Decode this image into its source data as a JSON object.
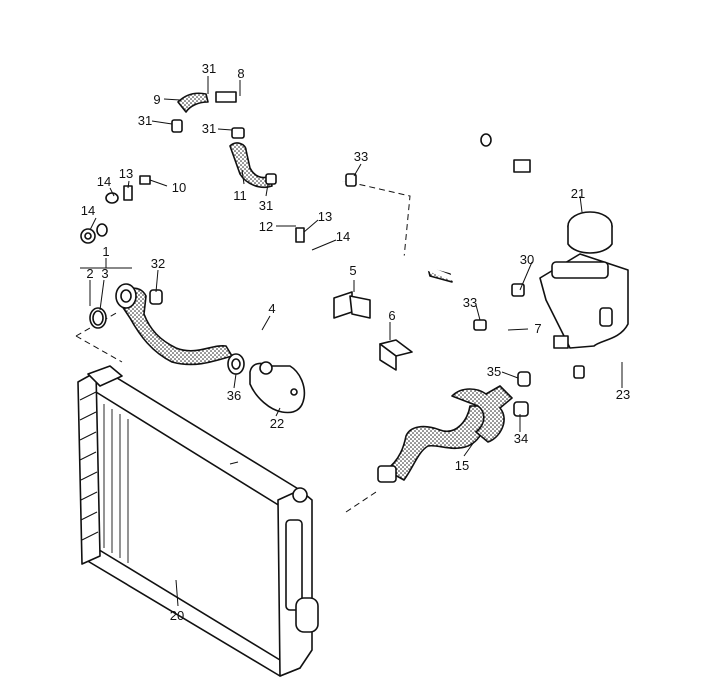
{
  "callouts": [
    {
      "id": "c1",
      "text": "1"
    },
    {
      "id": "c2",
      "text": "2"
    },
    {
      "id": "c3",
      "text": "3"
    },
    {
      "id": "c4",
      "text": "4"
    },
    {
      "id": "c5",
      "text": "5"
    },
    {
      "id": "c6",
      "text": "6"
    },
    {
      "id": "c7",
      "text": "7"
    },
    {
      "id": "c8",
      "text": "8"
    },
    {
      "id": "c9",
      "text": "9"
    },
    {
      "id": "c10",
      "text": "10"
    },
    {
      "id": "c11",
      "text": "11"
    },
    {
      "id": "c12",
      "text": "12"
    },
    {
      "id": "c13a",
      "text": "13"
    },
    {
      "id": "c13b",
      "text": "13"
    },
    {
      "id": "c14a",
      "text": "14"
    },
    {
      "id": "c14b",
      "text": "14"
    },
    {
      "id": "c14c",
      "text": "14"
    },
    {
      "id": "c15",
      "text": "15"
    },
    {
      "id": "c20",
      "text": "20"
    },
    {
      "id": "c21",
      "text": "21"
    },
    {
      "id": "c22",
      "text": "22"
    },
    {
      "id": "c23",
      "text": "23"
    },
    {
      "id": "c30",
      "text": "30"
    },
    {
      "id": "c31a",
      "text": "31"
    },
    {
      "id": "c31b",
      "text": "31"
    },
    {
      "id": "c31c",
      "text": "31"
    },
    {
      "id": "c31d",
      "text": "31"
    },
    {
      "id": "c32",
      "text": "32"
    },
    {
      "id": "c33a",
      "text": "33"
    },
    {
      "id": "c33b",
      "text": "33"
    },
    {
      "id": "c34",
      "text": "34"
    },
    {
      "id": "c35",
      "text": "35"
    },
    {
      "id": "c36",
      "text": "36"
    }
  ]
}
